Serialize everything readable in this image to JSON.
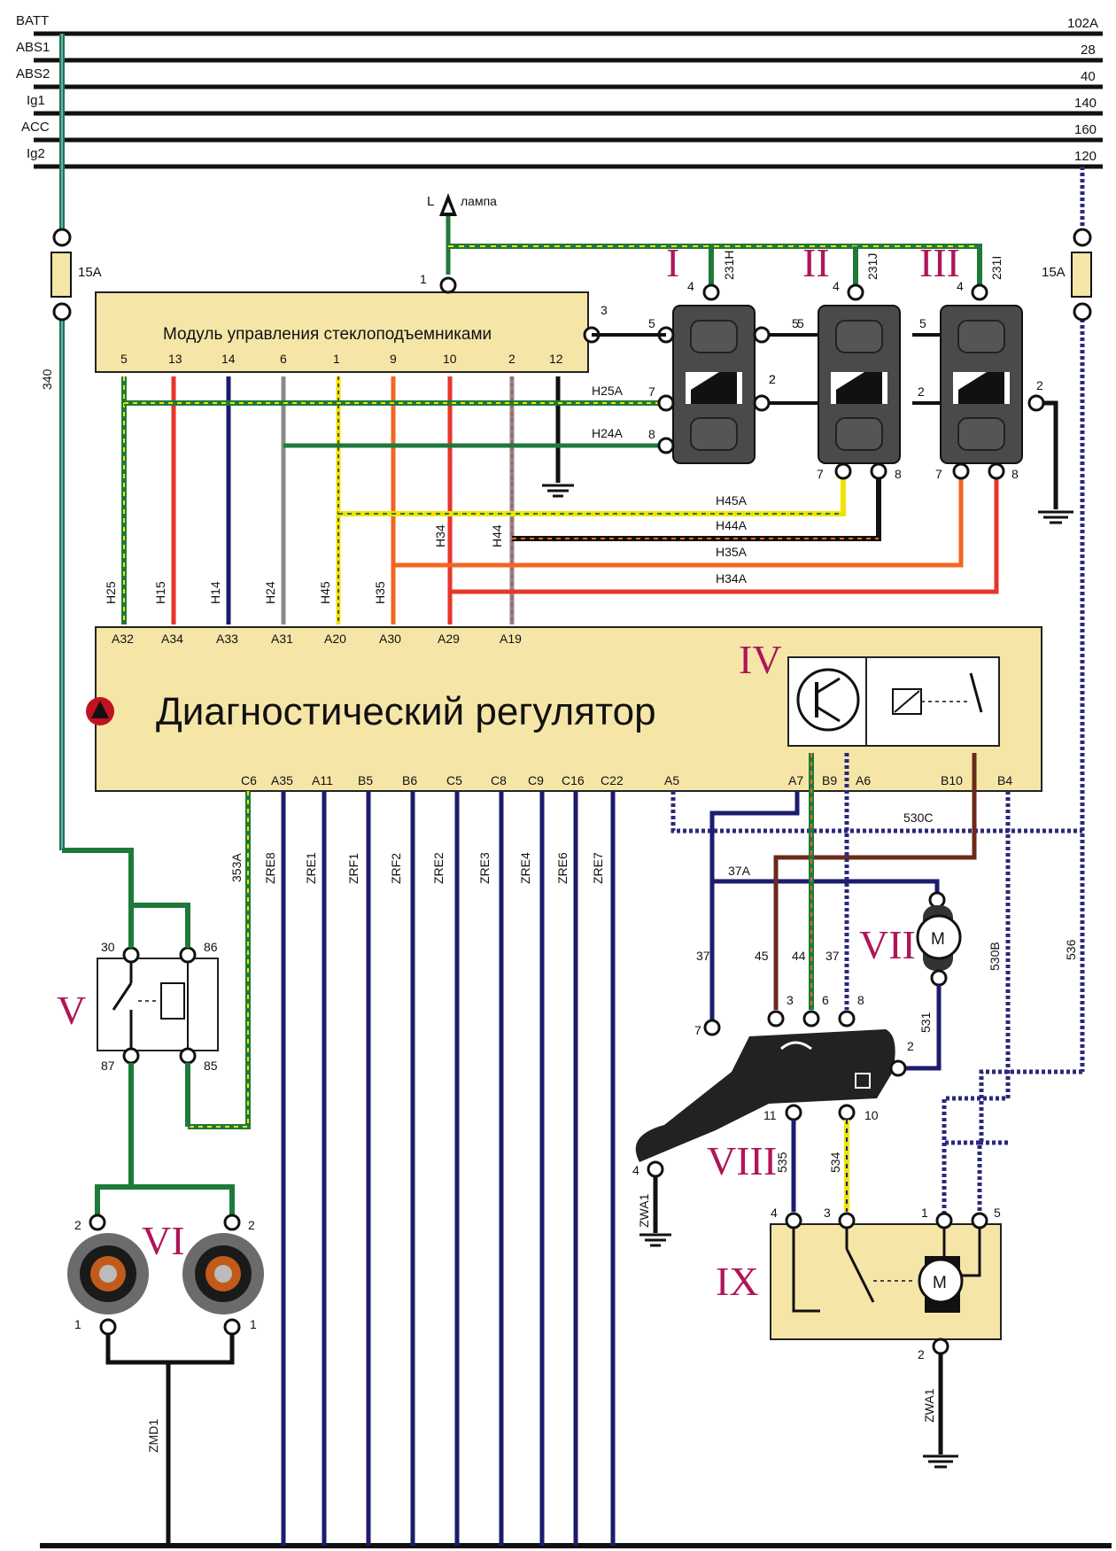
{
  "buses": [
    {
      "name": "BATT",
      "value": "102A"
    },
    {
      "name": "ABS1",
      "value": "28"
    },
    {
      "name": "ABS2",
      "value": "40"
    },
    {
      "name": "Ig1",
      "value": "140"
    },
    {
      "name": "ACC",
      "value": "160"
    },
    {
      "name": "Ig2",
      "value": "120"
    }
  ],
  "fuses": {
    "left": "15A",
    "right": "15A"
  },
  "lamp": {
    "letter": "L",
    "label": "лампа"
  },
  "window_module": {
    "title": "Модуль управления стеклоподъемниками",
    "pins": [
      "5",
      "13",
      "14",
      "6",
      "1",
      "9",
      "10",
      "2",
      "12"
    ],
    "pin_1_top": "1",
    "pin_3": "3"
  },
  "regulator": {
    "title": "Диагностический регулятор",
    "roman": "IV",
    "top_pins": [
      "A32",
      "A34",
      "A33",
      "A31",
      "A20",
      "A30",
      "A29",
      "A19"
    ],
    "bottom_pins": [
      "C6",
      "A35",
      "A11",
      "B5",
      "B6",
      "C5",
      "C8",
      "C9",
      "C16",
      "C22",
      "A5",
      "A7",
      "B9",
      "A6",
      "B10",
      "B4"
    ]
  },
  "switches": [
    {
      "roman": "I",
      "pin_top": "4",
      "wire": "231H",
      "pins": [
        "5",
        "7",
        "8",
        "5",
        "2"
      ]
    },
    {
      "roman": "II",
      "pin_top": "4",
      "wire": "231J",
      "pins": [
        "5",
        "2",
        "7",
        "8"
      ]
    },
    {
      "roman": "III",
      "pin_top": "4",
      "wire": "231I",
      "pins": [
        "5",
        "2",
        "7",
        "8",
        "2"
      ]
    }
  ],
  "wires": {
    "vertical_top": [
      "H25",
      "H15",
      "H14",
      "H24",
      "H45",
      "H35",
      "H34",
      "H44"
    ],
    "horizontal": [
      "H25A",
      "H24A",
      "H45A",
      "H44A",
      "H35A",
      "H34A"
    ],
    "zre": [
      "ZRE8",
      "ZRE1",
      "ZRF1",
      "ZRF2",
      "ZRE2",
      "ZRE3",
      "ZRE4",
      "ZRE6",
      "ZRE7"
    ],
    "w340": "340",
    "w353A": "353A",
    "w530C": "530C",
    "w37A": "37A",
    "w37": "37",
    "w45": "45",
    "w44": "44",
    "w37b": "37",
    "w531": "531",
    "w530B": "530B",
    "w536": "536",
    "w535": "535",
    "w534": "534",
    "zwa1_left": "ZWA1",
    "zwa1_right": "ZWA1",
    "zmd1": "ZMD1"
  },
  "relay": {
    "roman": "V",
    "pins": [
      "30",
      "86",
      "87",
      "85"
    ]
  },
  "horns": {
    "roman": "VI",
    "pins": [
      "2",
      "2",
      "1",
      "1"
    ]
  },
  "motor_vii": {
    "roman": "VII",
    "symbol": "M"
  },
  "stalk": {
    "roman": "VIII",
    "pins": [
      "3",
      "6",
      "8",
      "7",
      "2",
      "11",
      "10",
      "4"
    ]
  },
  "motor_ix": {
    "roman": "IX",
    "symbol": "M",
    "pins": [
      "4",
      "3",
      "1",
      "5",
      "2"
    ]
  },
  "colors": {
    "bg": "#ffffff",
    "box": "#f5e6a8",
    "roman": "#b0155a",
    "navy": "#1c1c6e",
    "red": "#e8352a",
    "orange": "#f26522",
    "green": "#1e7a3a",
    "yellow": "#f2e200"
  }
}
